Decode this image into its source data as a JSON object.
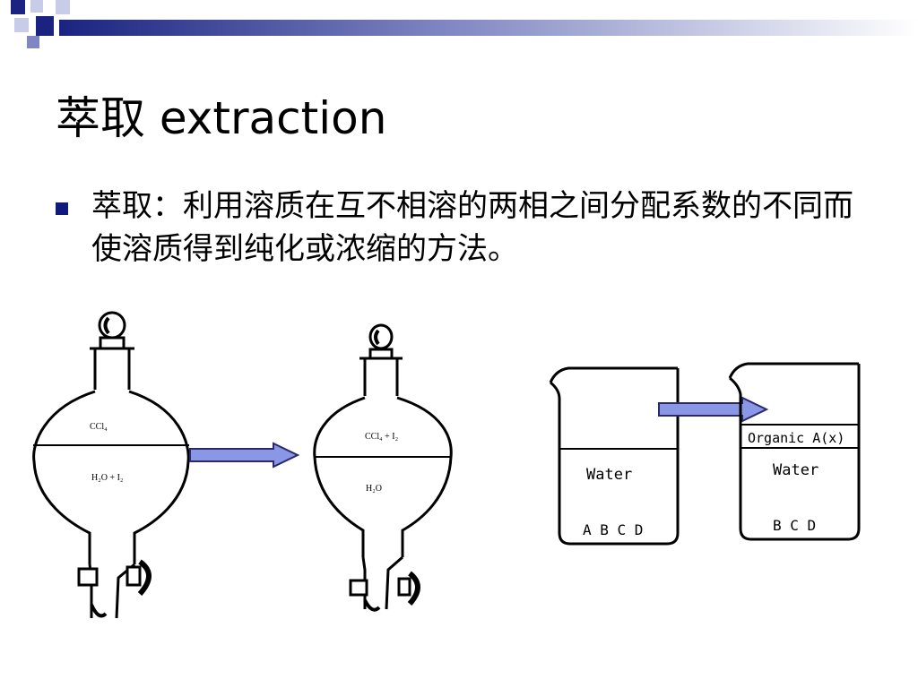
{
  "slide": {
    "title": "萃取 extraction",
    "bullets": [
      {
        "text": "萃取：利用溶质在互不相溶的两相之间分配系数的不同而使溶质得到纯化或浓缩的方法。"
      }
    ]
  },
  "figures": {
    "funnel_left": {
      "upper_label": "CCl₄",
      "lower_label": "H₂O + I₂"
    },
    "funnel_right": {
      "upper_label": "CCl₄ + I₂",
      "lower_label": "H₂O"
    },
    "beaker_left": {
      "phase_label": "Water",
      "solutes": "A B C D"
    },
    "beaker_right": {
      "organic_label": "Organic A(x)",
      "phase_label": "Water",
      "solutes": "B C D"
    }
  },
  "colors": {
    "accent": "#0f1a7a",
    "arrow_fill": "#8a96e6",
    "arrow_stroke": "#2a2a6a"
  }
}
